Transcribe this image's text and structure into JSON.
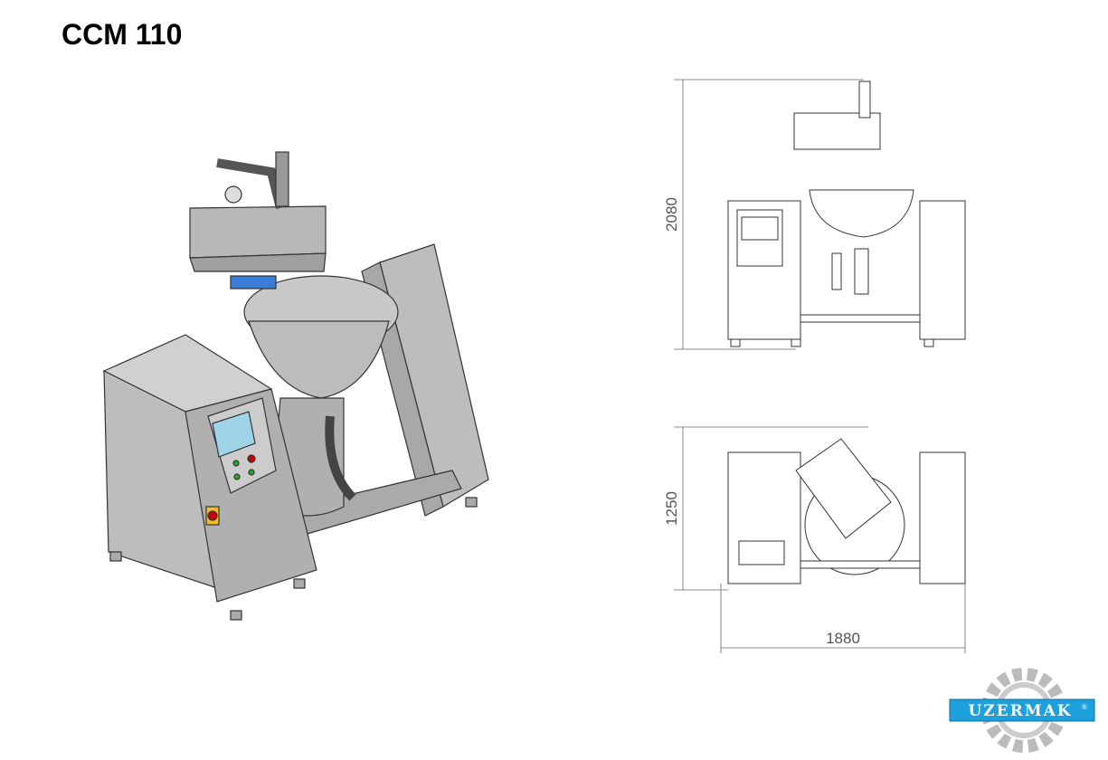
{
  "title": "CCM 110",
  "dimensions": {
    "height": "2080",
    "depth": "1250",
    "width": "1880"
  },
  "logo": {
    "text": "UZERMAK",
    "registered": "®"
  },
  "colors": {
    "logo_blue": "#1ea0dc",
    "body_gray": "#b4b4b4",
    "screen_blue": "#9fd4e8"
  }
}
